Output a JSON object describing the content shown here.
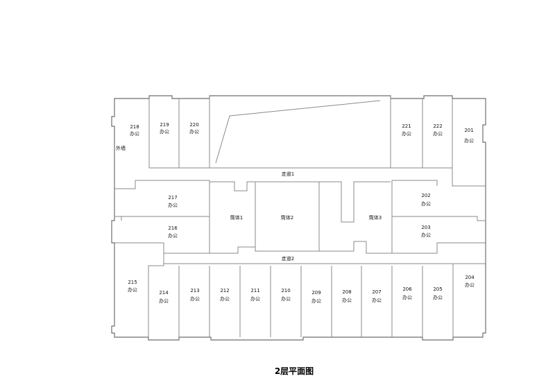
{
  "title": "2层平面图",
  "wall_label": "外墙",
  "corridors": [
    "走道1",
    "走道2"
  ],
  "cores": [
    "筒体1",
    "筒体2",
    "筒体3"
  ],
  "office_label": "办公",
  "rooms": {
    "r201": "201",
    "r202": "202",
    "r203": "203",
    "r204": "204",
    "r205": "205",
    "r206": "206",
    "r207": "207",
    "r208": "208",
    "r209": "209",
    "r210": "210",
    "r211": "211",
    "r212": "212",
    "r213": "213",
    "r214": "214",
    "r215": "215",
    "r216": "216",
    "r217": "217",
    "r218": "218",
    "r219": "219",
    "r220": "220",
    "r221": "221",
    "r222": "222"
  }
}
